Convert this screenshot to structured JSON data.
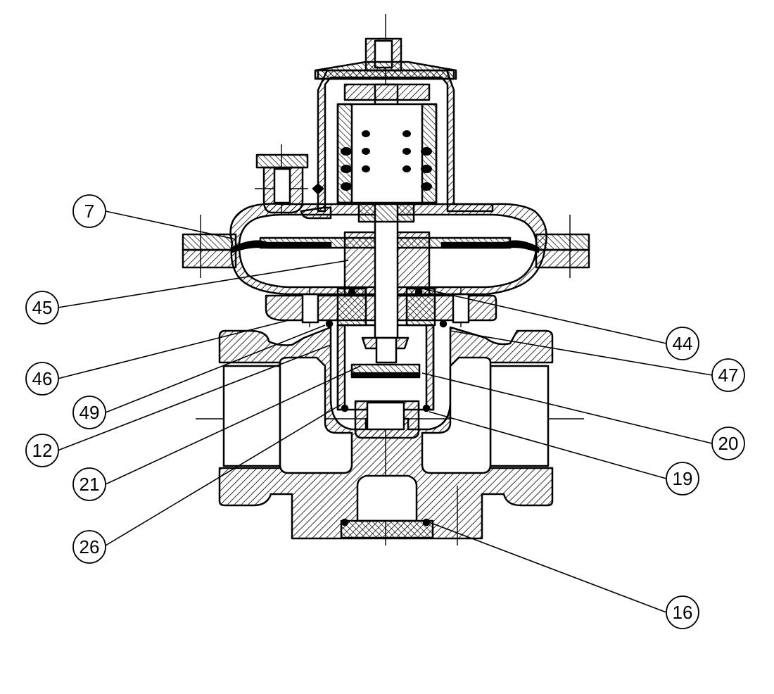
{
  "colors": {
    "ink": "#000000",
    "background": "#ffffff"
  },
  "callouts": {
    "c7": "7",
    "c45": "45",
    "c46": "46",
    "c49": "49",
    "c12": "12",
    "c21": "21",
    "c26": "26",
    "c44": "44",
    "c47": "47",
    "c20": "20",
    "c19": "19",
    "c16": "16"
  }
}
